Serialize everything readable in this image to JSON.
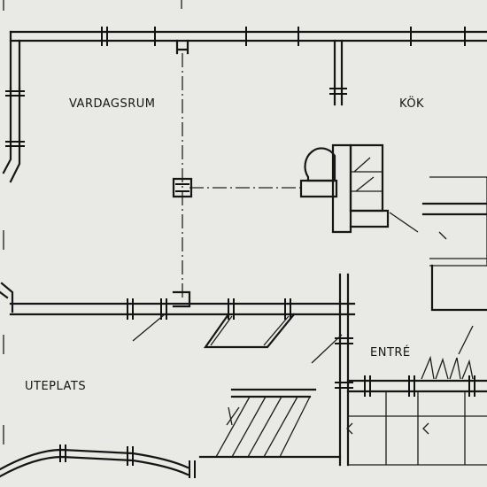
{
  "rooms": [
    {
      "id": "vardagsrum",
      "label": "VARDAGSRUM"
    },
    {
      "id": "kok",
      "label": "KÖK"
    },
    {
      "id": "entre",
      "label": "ENTRÉ"
    },
    {
      "id": "uteplats",
      "label": "UTEPLATS"
    }
  ],
  "colors": {
    "paper": "#e9e9e5",
    "ink": "#161616"
  }
}
